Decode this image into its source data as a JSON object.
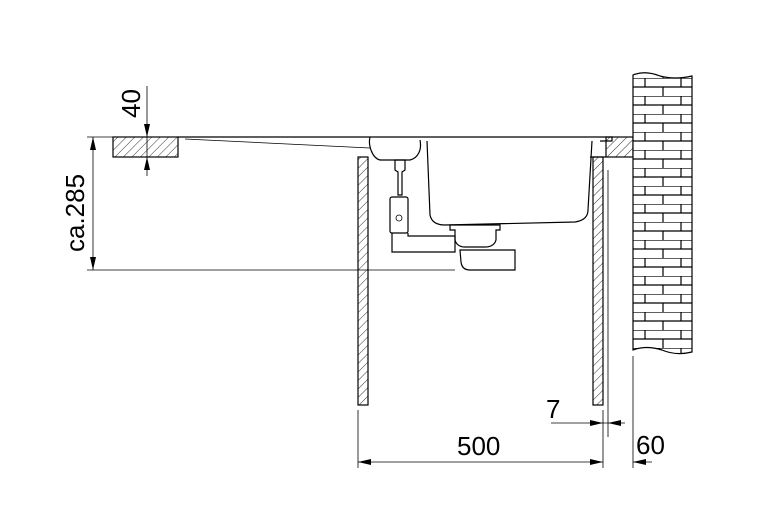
{
  "title": "Sink installation cross-section",
  "dimensions": {
    "countertop_thickness": "40",
    "depth": "ca.285",
    "cabinet_width": "500",
    "panel_gap": "7",
    "wall_gap": "60"
  },
  "colors": {
    "line": "#000000",
    "background": "#ffffff"
  }
}
